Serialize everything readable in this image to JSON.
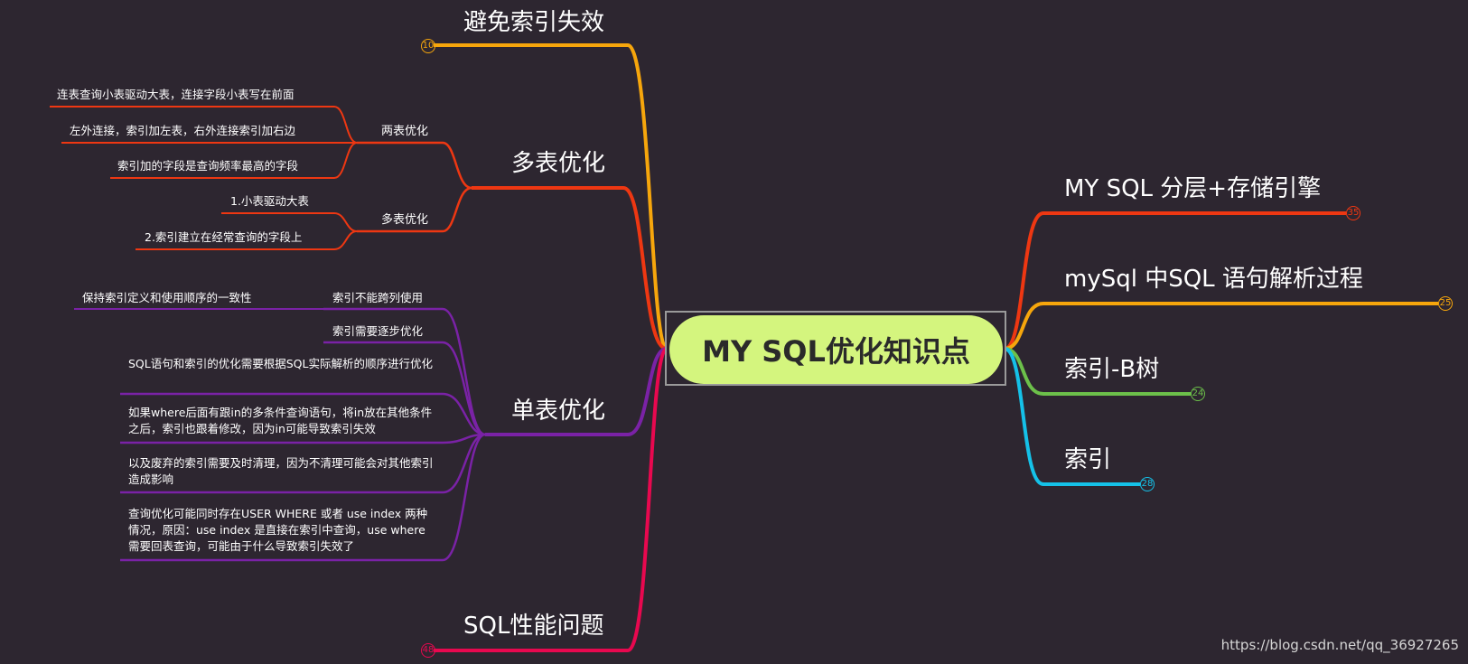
{
  "root": {
    "label": "MY SQL优化知识点"
  },
  "branches": {
    "avoid_index_fail": {
      "label": "避免索引失效",
      "count": "10",
      "color": "#f6a60c"
    },
    "multi_table": {
      "label": "多表优化",
      "color": "#ee3712",
      "groups": {
        "two_table": {
          "label": "两表优化",
          "items": [
            "连表查询小表驱动大表，连接字段小表写在前面",
            "左外连接，索引加左表，右外连接索引加右边",
            "索引加的字段是查询频率最高的字段"
          ]
        },
        "many_table": {
          "label": "多表优化",
          "items": [
            "1.小表驱动大表",
            "2.索引建立在经常查询的字段上"
          ]
        }
      }
    },
    "single_table": {
      "label": "单表优化",
      "color": "#7a22a6",
      "items": [
        "索引不能跨列使用",
        "索引需要逐步优化",
        "SQL语句和索引的优化需要根据SQL实际解析的顺序进行优化",
        "如果where后面有跟in的多条件查询语句，将in放在其他条件之后，索引也跟着修改，因为in可能导致索引失效",
        "以及废弃的索引需要及时清理，因为不清理可能会对其他索引造成影响",
        "查询优化可能同时存在USER WHERE 或者 use index 两种情况，原因：use index 是直接在索引中查询，use where 需要回表查询，可能由于什么导致索引失效了"
      ],
      "sub_items": [
        "保持索引定义和使用顺序的一致性"
      ]
    },
    "sql_perf": {
      "label": "SQL性能问题",
      "count": "48",
      "color": "#e8084f"
    },
    "layered": {
      "label": "MY SQL 分层+存储引擎",
      "count": "35",
      "color": "#ee3712"
    },
    "parse": {
      "label": "mySql 中SQL 语句解析过程",
      "count": "25",
      "color": "#f6a60c"
    },
    "btree": {
      "label": "索引-B树",
      "count": "24",
      "color": "#6cc04a"
    },
    "index": {
      "label": "索引",
      "count": "28",
      "color": "#15c1e8"
    }
  },
  "watermark": "https://blog.csdn.net/qq_36927265"
}
